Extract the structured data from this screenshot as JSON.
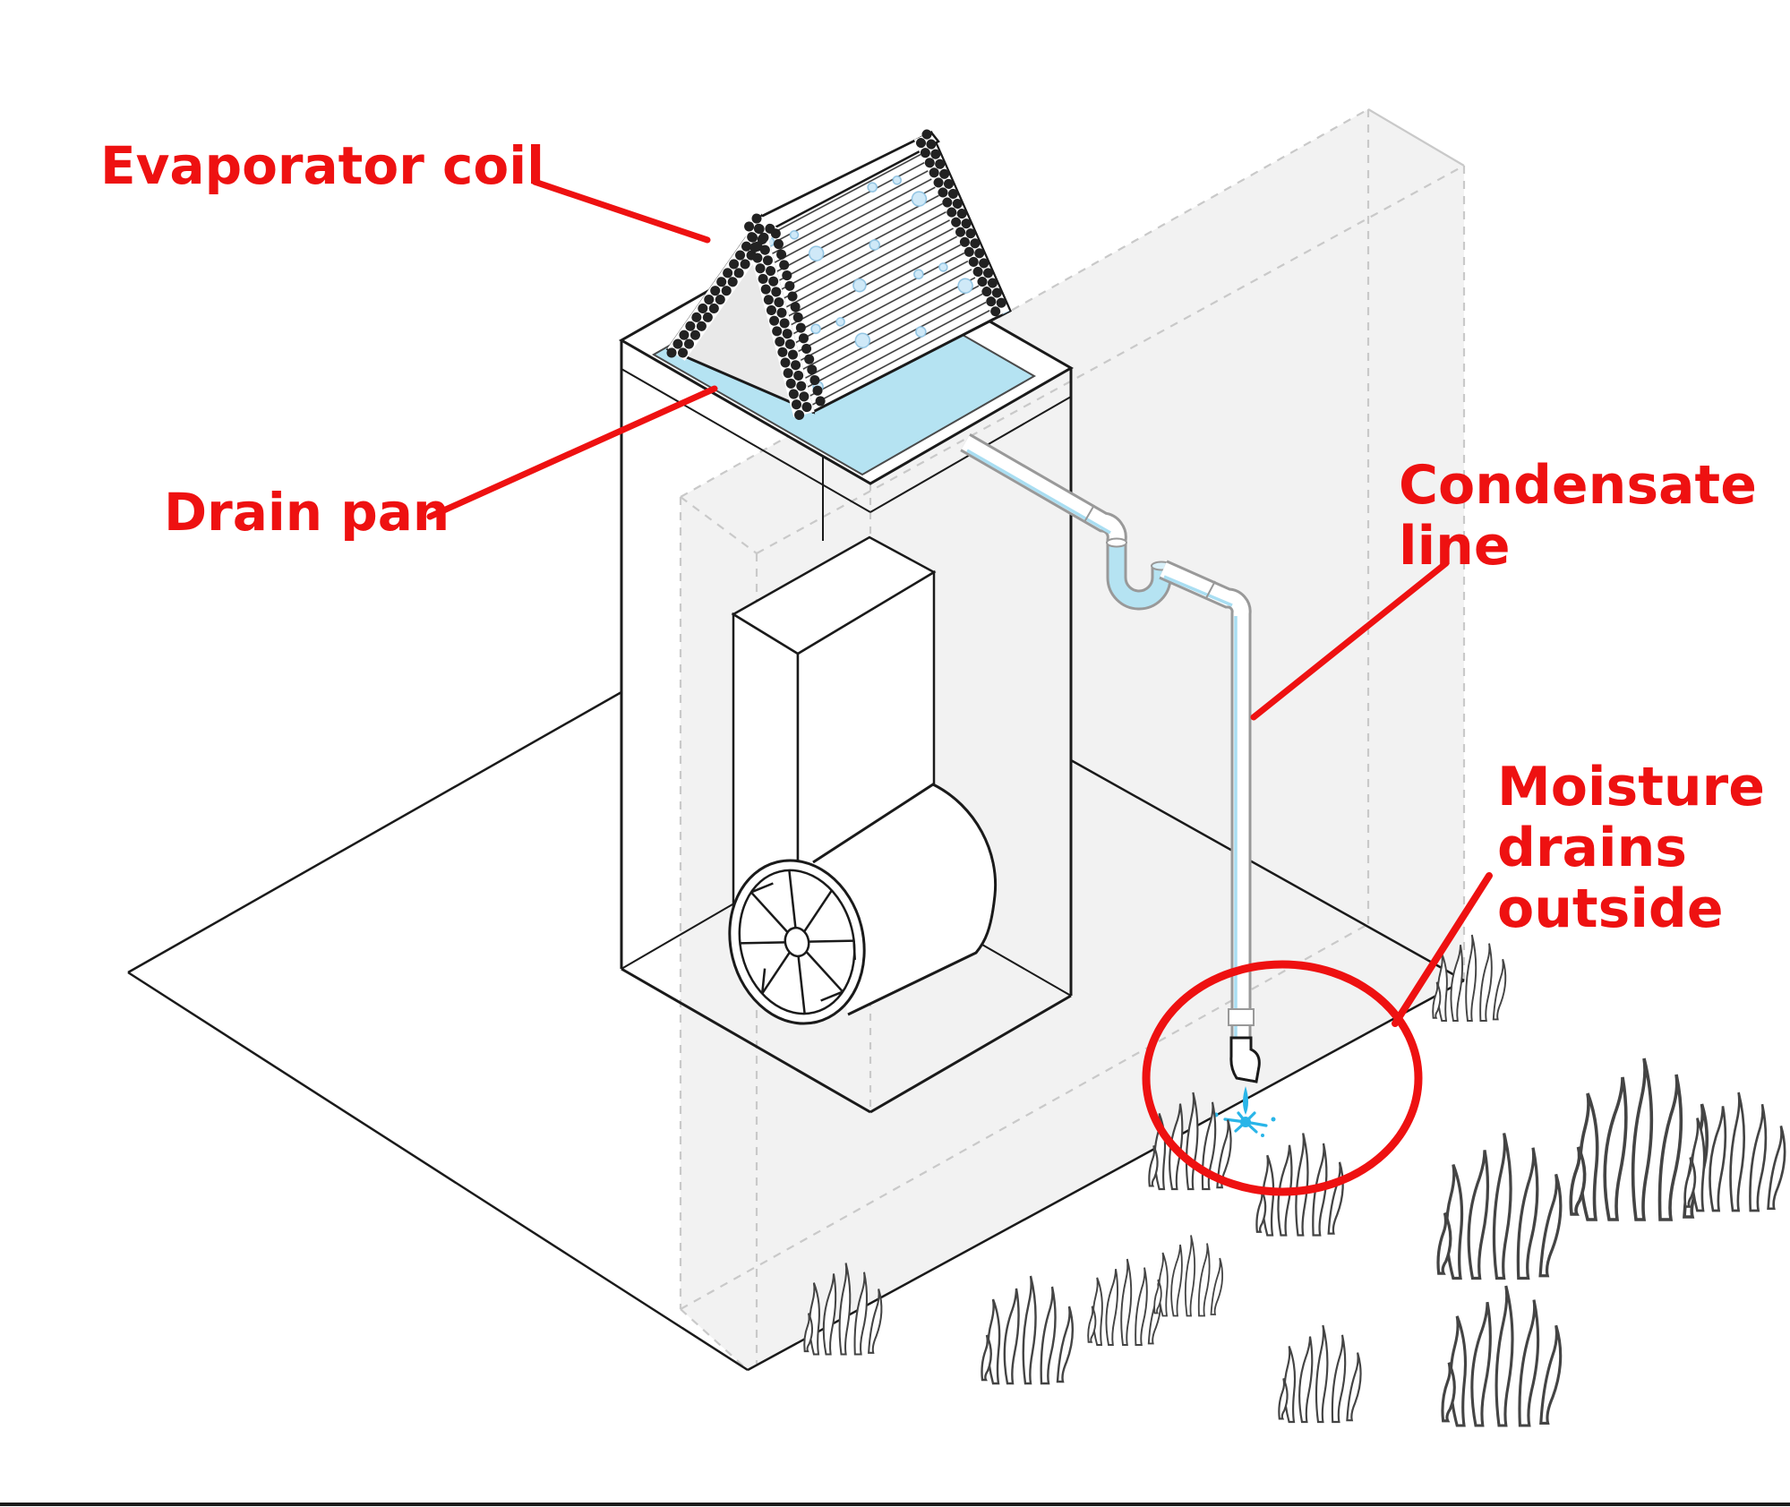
{
  "labels": {
    "evaporator_coil": {
      "text": "Evaporator coil"
    },
    "drain_pan": {
      "text": "Drain pan"
    },
    "condensate_line": {
      "line1": "Condensate",
      "line2": "line"
    },
    "moisture_drains": {
      "line1": "Moisture",
      "line2": "drains",
      "line3": "outside"
    }
  },
  "colors": {
    "accent_red": "#ee1111",
    "water_blue": "#29b5e8",
    "pan_blue": "#b5e3f2",
    "pipe_water_blue": "#a9def2",
    "wall_gray": "#f2f2f2",
    "outline_black": "#1a1a1a"
  }
}
